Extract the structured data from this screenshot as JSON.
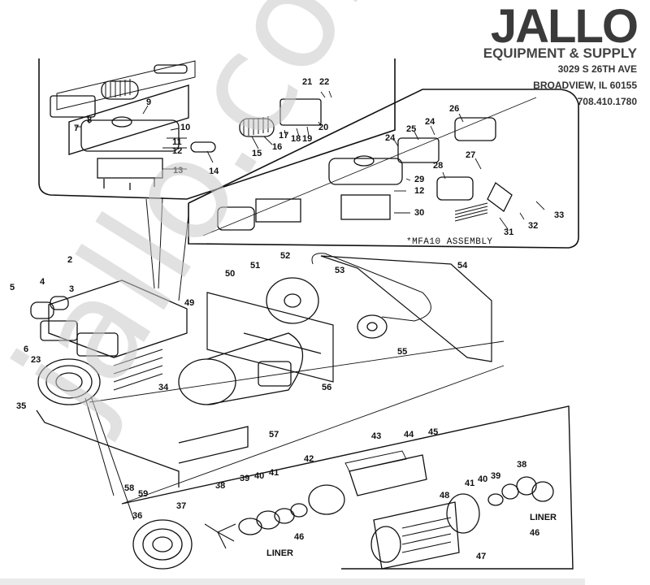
{
  "brand": {
    "logo": "JALLO",
    "tagline": "EQUIPMENT & SUPPLY",
    "address_line1": "3029 S 26TH AVE",
    "address_line2": "BROADVIEW, IL 60155",
    "phone": "708.410.1780"
  },
  "watermark": "jallo.com",
  "diagram": {
    "title_note": "*MFA10 ASSEMBLY",
    "liner_label": "LINER",
    "callouts": {
      "p2": "2",
      "p3": "3",
      "p4": "4",
      "p5": "5",
      "p6": "6",
      "p7": "7",
      "p8": "8",
      "p9": "9",
      "p10": "10",
      "p11": "11",
      "p12": "12",
      "p13": "13",
      "p14": "14",
      "p15": "15",
      "p16": "16",
      "p17": "17",
      "p18": "18",
      "p19": "19",
      "p20": "20",
      "p21": "21",
      "p22": "22",
      "p23": "23",
      "p24a": "24",
      "p24b": "24",
      "p25": "25",
      "p26": "26",
      "p27": "27",
      "p28": "28",
      "p29": "29",
      "p12b": "12",
      "p30": "30",
      "p31": "31",
      "p32": "32",
      "p33": "33",
      "p34": "34",
      "p35": "35",
      "p36": "36",
      "p37": "37",
      "p38a": "38",
      "p39a": "39",
      "p40a": "40",
      "p41a": "41",
      "p42": "42",
      "p43": "43",
      "p44": "44",
      "p45": "45",
      "p46a": "46",
      "p46b": "46",
      "p47": "47",
      "p48": "48",
      "p38b": "38",
      "p39b": "39",
      "p40b": "40",
      "p41b": "41",
      "p49": "49",
      "p50": "50",
      "p51": "51",
      "p52": "52",
      "p53": "53",
      "p54": "54",
      "p55": "55",
      "p56": "56",
      "p57": "57",
      "p58": "58",
      "p59": "59"
    }
  }
}
